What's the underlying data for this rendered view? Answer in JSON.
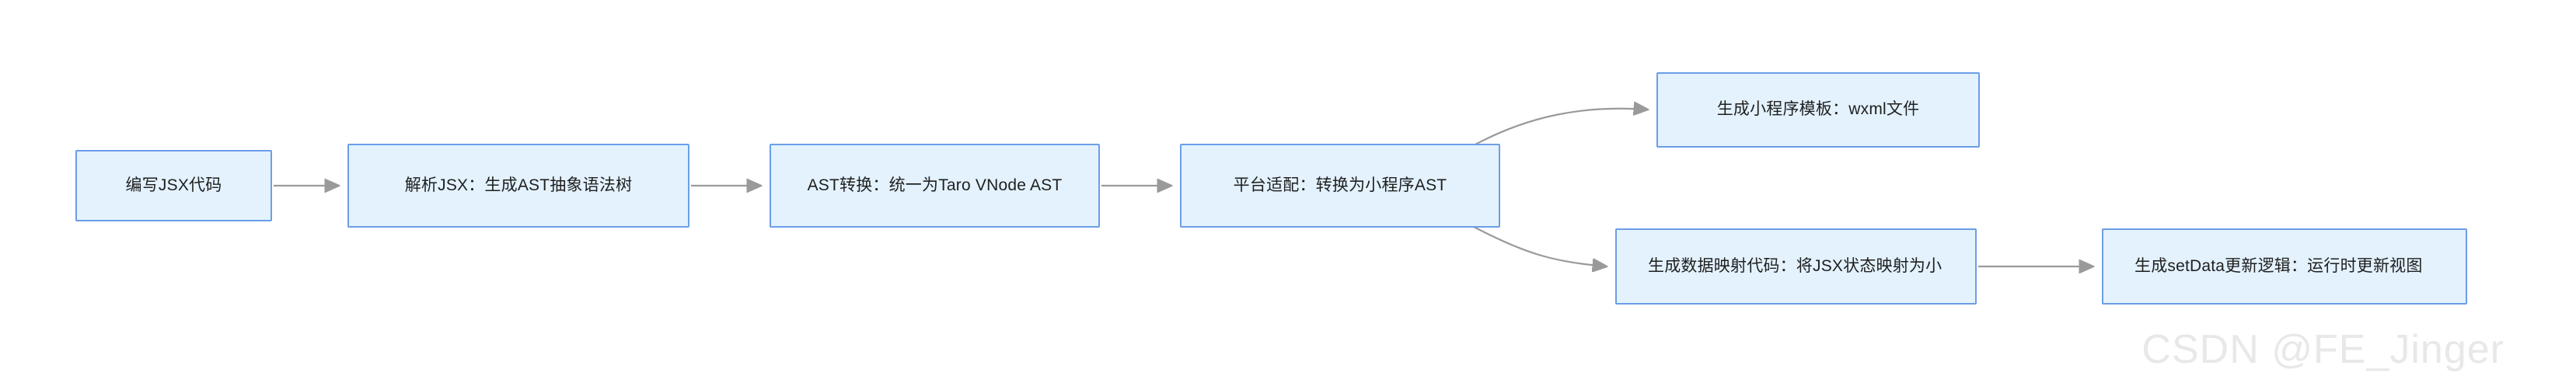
{
  "diagram": {
    "type": "flowchart",
    "direction": "left-to-right",
    "background_color": "#ffffff",
    "node_fill_color": "#e3f2fd",
    "node_border_color": "#6c9ee8",
    "edge_color": "#999999",
    "text_color": "#1f1f1f",
    "nodes": [
      {
        "id": "write-jsx",
        "label": "编写JSX代码"
      },
      {
        "id": "parse-jsx",
        "label": "解析JSX：生成AST抽象语法树"
      },
      {
        "id": "ast-transform",
        "label": "AST转换：统一为Taro VNode AST"
      },
      {
        "id": "platform-adapt",
        "label": "平台适配：转换为小程序AST"
      },
      {
        "id": "wxml-template",
        "label": "生成小程序模板：wxml文件"
      },
      {
        "id": "data-mapping",
        "label": "生成数据映射代码：将JSX状态映射为小"
      },
      {
        "id": "setdata-logic",
        "label": "生成setData更新逻辑：运行时更新视图"
      }
    ],
    "edges": [
      {
        "from": "write-jsx",
        "to": "parse-jsx",
        "style": "straight"
      },
      {
        "from": "parse-jsx",
        "to": "ast-transform",
        "style": "straight"
      },
      {
        "from": "ast-transform",
        "to": "platform-adapt",
        "style": "straight"
      },
      {
        "from": "platform-adapt",
        "to": "wxml-template",
        "style": "curved-up"
      },
      {
        "from": "platform-adapt",
        "to": "data-mapping",
        "style": "curved-down"
      },
      {
        "from": "data-mapping",
        "to": "setdata-logic",
        "style": "straight"
      }
    ]
  },
  "watermark": {
    "text": "CSDN @FE_Jinger"
  }
}
